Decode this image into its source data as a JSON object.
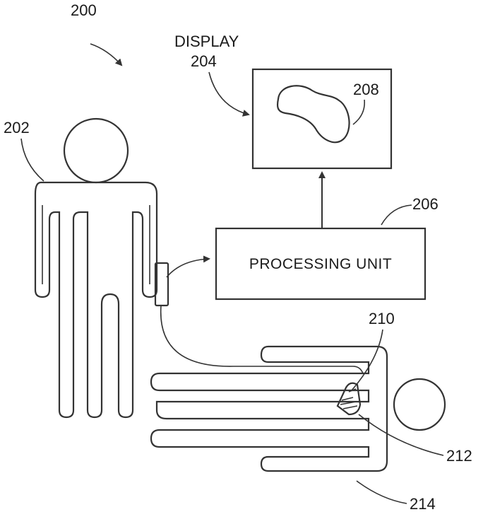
{
  "figure": {
    "ref_system": "200",
    "ref_operator": "202",
    "display_word": "DISPLAY",
    "ref_display": "204",
    "ref_processing": "206",
    "processing_label": "PROCESSING UNIT",
    "ref_image": "208",
    "ref_probe": "210",
    "ref_probe_head": "212",
    "ref_patient": "214"
  }
}
